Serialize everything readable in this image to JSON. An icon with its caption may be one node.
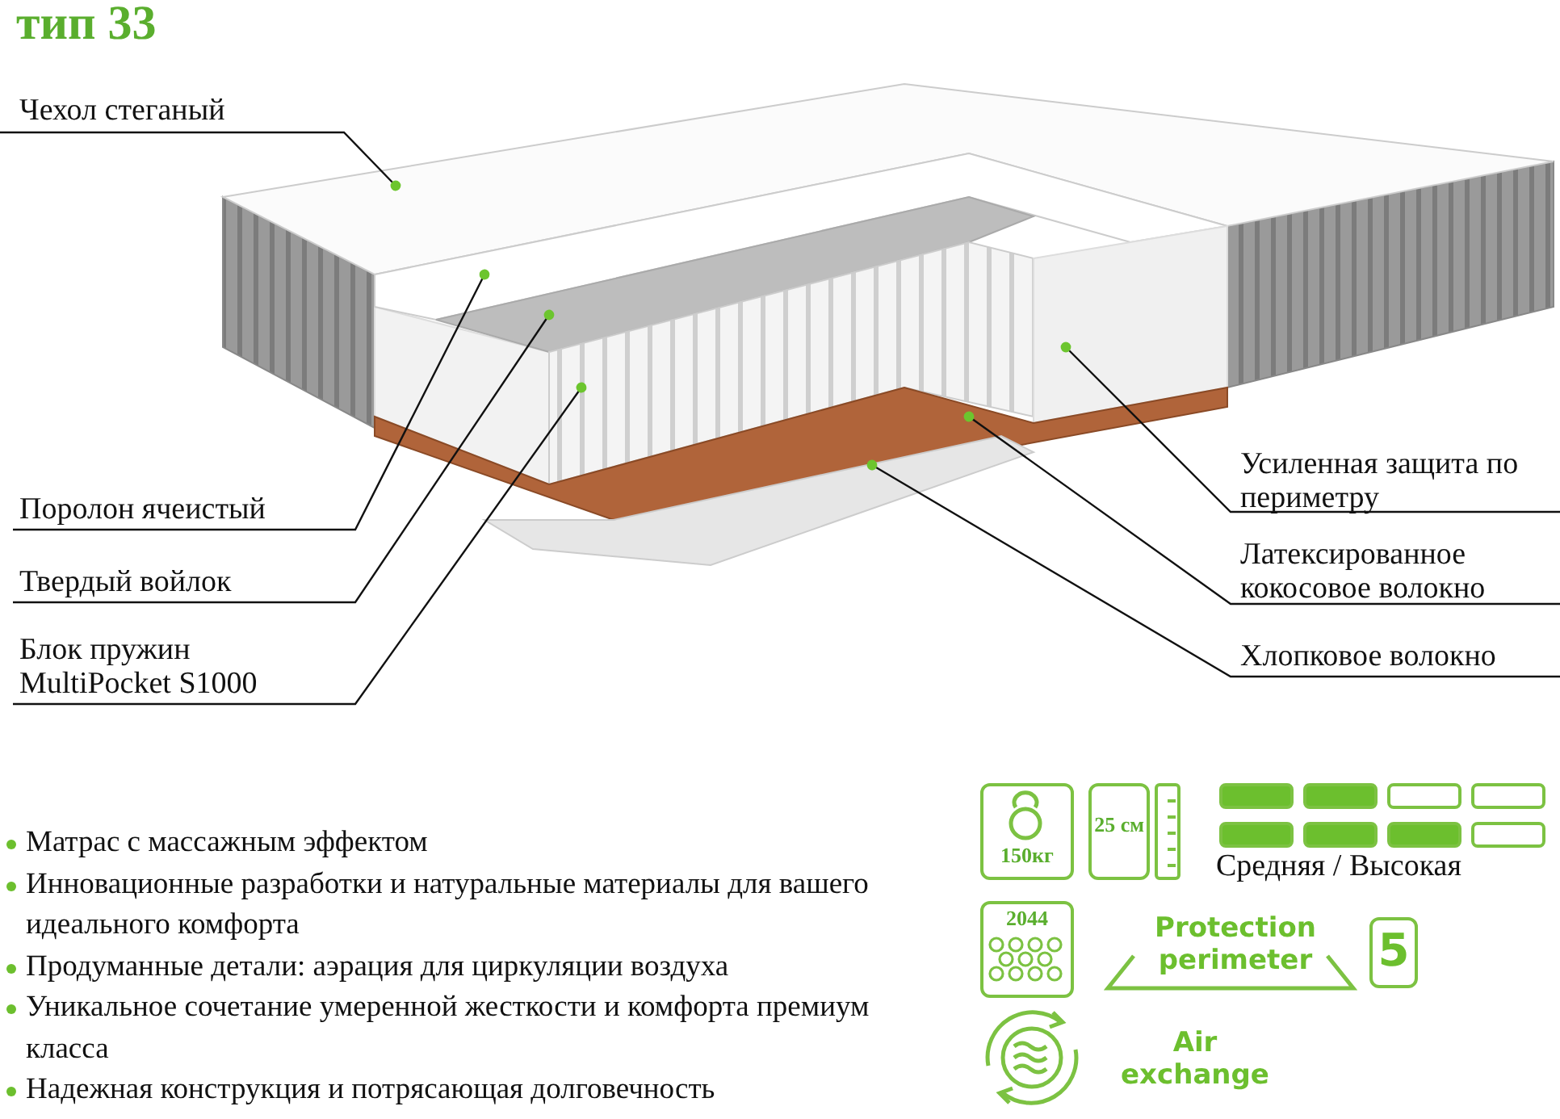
{
  "diagram": {
    "title": "тип 33",
    "nodes": [
      {
        "text": [
          "Чехол стеганый"
        ]
      },
      {
        "text": [
          "Поролон ячеистый"
        ]
      },
      {
        "text": [
          "Твердый войлок"
        ]
      },
      {
        "text": [
          "Блок пружин MultiPocket S1000"
        ]
      },
      {
        "text": [
          "Усиленная защита по периметру"
        ]
      },
      {
        "text": [
          "Латексированное кокосовое волокно"
        ]
      },
      {
        "text": [
          "Хлопковое волокно"
        ]
      },
      {
        "text": [],
        "shape": "box"
      },
      {
        "text": [],
        "shape": "box"
      },
      {
        "text": [],
        "shape": "box"
      },
      {
        "text": [],
        "shape": "box"
      },
      {
        "text": [],
        "shape": "box"
      },
      {
        "text": [],
        "shape": "box"
      },
      {
        "text": [],
        "shape": "box"
      }
    ],
    "edges": [
      {
        "from": 0,
        "to": 7,
        "arrow": "other"
      },
      {
        "from": 1,
        "to": 8,
        "arrow": "other"
      },
      {
        "from": 2,
        "to": 9,
        "arrow": "other"
      },
      {
        "from": 3,
        "to": 10,
        "arrow": "other"
      },
      {
        "from": 4,
        "to": 11,
        "arrow": "other"
      },
      {
        "from": 5,
        "to": 12,
        "arrow": "other"
      },
      {
        "from": 6,
        "to": 13,
        "arrow": "other"
      }
    ],
    "labels": [
      "Матрас с массажным эффектом",
      "Инновационные разработки и натуральные материалы для вашего идеального комфорта",
      "Продуманные детали: аэрация для циркуляции воздуха",
      "Уникальное сочетание умеренной жесткости и комфорта премиум класса",
      "Надежная конструкция и потрясающая долговечность",
      "150кг",
      "25 см",
      "Средняя / Высокая",
      "2044",
      "Protection perimeter",
      "5",
      "Air exchange"
    ]
  }
}
